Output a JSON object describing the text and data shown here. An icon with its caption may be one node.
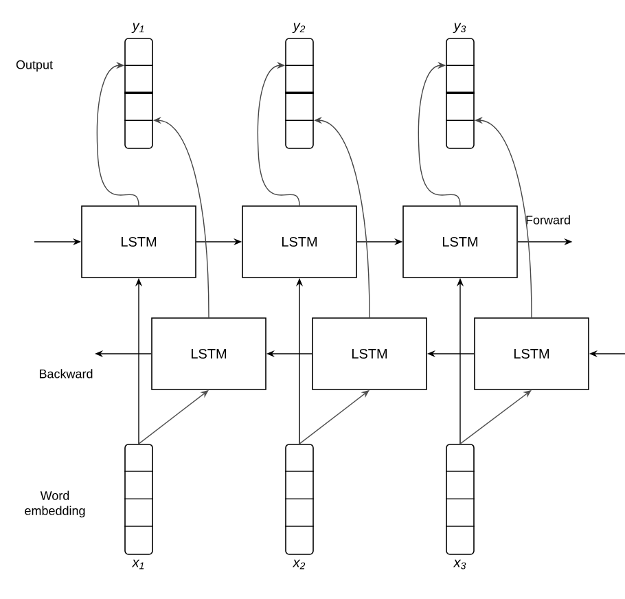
{
  "diagram": {
    "nodes": [
      {
        "text": [
          "y$_{1}$"
        ]
      },
      {
        "text": [
          "y$_{2}$"
        ]
      },
      {
        "text": [
          "y$_{3}$"
        ]
      },
      {
        "text": [
          "LSTM"
        ]
      },
      {
        "text": [
          "LSTM"
        ]
      },
      {
        "text": [
          "LSTM"
        ]
      },
      {
        "text": [
          "LSTM"
        ]
      },
      {
        "text": [
          "LSTM"
        ]
      },
      {
        "text": [
          "LSTM"
        ]
      },
      {
        "text": [
          "x$_{1}$"
        ]
      },
      {
        "text": [
          "x$_{2}$"
        ]
      },
      {
        "text": [
          "x$_{3}$"
        ]
      },
      {
        "text": [
          "Forward"
        ]
      },
      {
        "text": [
          "Backward"
        ]
      }
    ],
    "edges": [
      {
        "from": null,
        "to": 3,
        "arrow": "to"
      },
      {
        "from": 3,
        "to": 4,
        "arrow": "to"
      },
      {
        "from": 4,
        "to": 5,
        "arrow": "to"
      },
      {
        "from": 5,
        "to": 12,
        "arrow": "to"
      },
      {
        "from": null,
        "to": 8,
        "arrow": "to"
      },
      {
        "from": 8,
        "to": 7,
        "arrow": "to"
      },
      {
        "from": 7,
        "to": 6,
        "arrow": "to"
      },
      {
        "from": 6,
        "to": 13,
        "arrow": "to"
      },
      {
        "from": 9,
        "to": 3,
        "arrow": "to"
      },
      {
        "from": 9,
        "to": 6,
        "arrow": "to"
      },
      {
        "from": 10,
        "to": 4,
        "arrow": "to"
      },
      {
        "from": 10,
        "to": 7,
        "arrow": "to"
      },
      {
        "from": 11,
        "to": 5,
        "arrow": "to"
      },
      {
        "from": 11,
        "to": 8,
        "arrow": "to"
      },
      {
        "from": 3,
        "to": 0,
        "arrow": "to"
      },
      {
        "from": 6,
        "to": 0,
        "arrow": "to"
      },
      {
        "from": 4,
        "to": 1,
        "arrow": "to"
      },
      {
        "from": 7,
        "to": 1,
        "arrow": "to"
      },
      {
        "from": 5,
        "to": 2,
        "arrow": "to"
      },
      {
        "from": 8,
        "to": 2,
        "arrow": "to"
      }
    ],
    "labels": [
      "Output",
      "Word embedding"
    ]
  }
}
